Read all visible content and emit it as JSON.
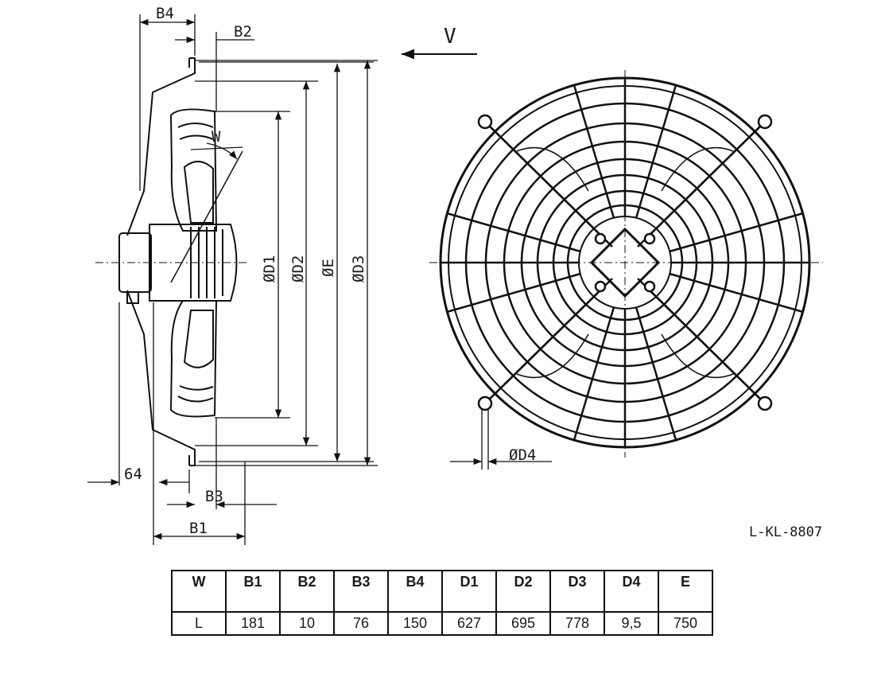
{
  "drawing": {
    "view_label": "V",
    "drawing_code": "L-KL-8807",
    "dimensions": {
      "b4": "B4",
      "b2": "B2",
      "w": "W",
      "b3": "B3",
      "b1": "B1",
      "offset": "64",
      "d1": "ØD1",
      "d2": "ØD2",
      "e": "ØE",
      "d3": "ØD3",
      "d4": "ØD4"
    }
  },
  "table": {
    "headers": [
      "W",
      "B1",
      "B2",
      "B3",
      "B4",
      "D1",
      "D2",
      "D3",
      "D4",
      "E"
    ],
    "rows": [
      [
        "L",
        "181",
        "10",
        "76",
        "150",
        "627",
        "695",
        "778",
        "9,5",
        "750"
      ]
    ]
  }
}
